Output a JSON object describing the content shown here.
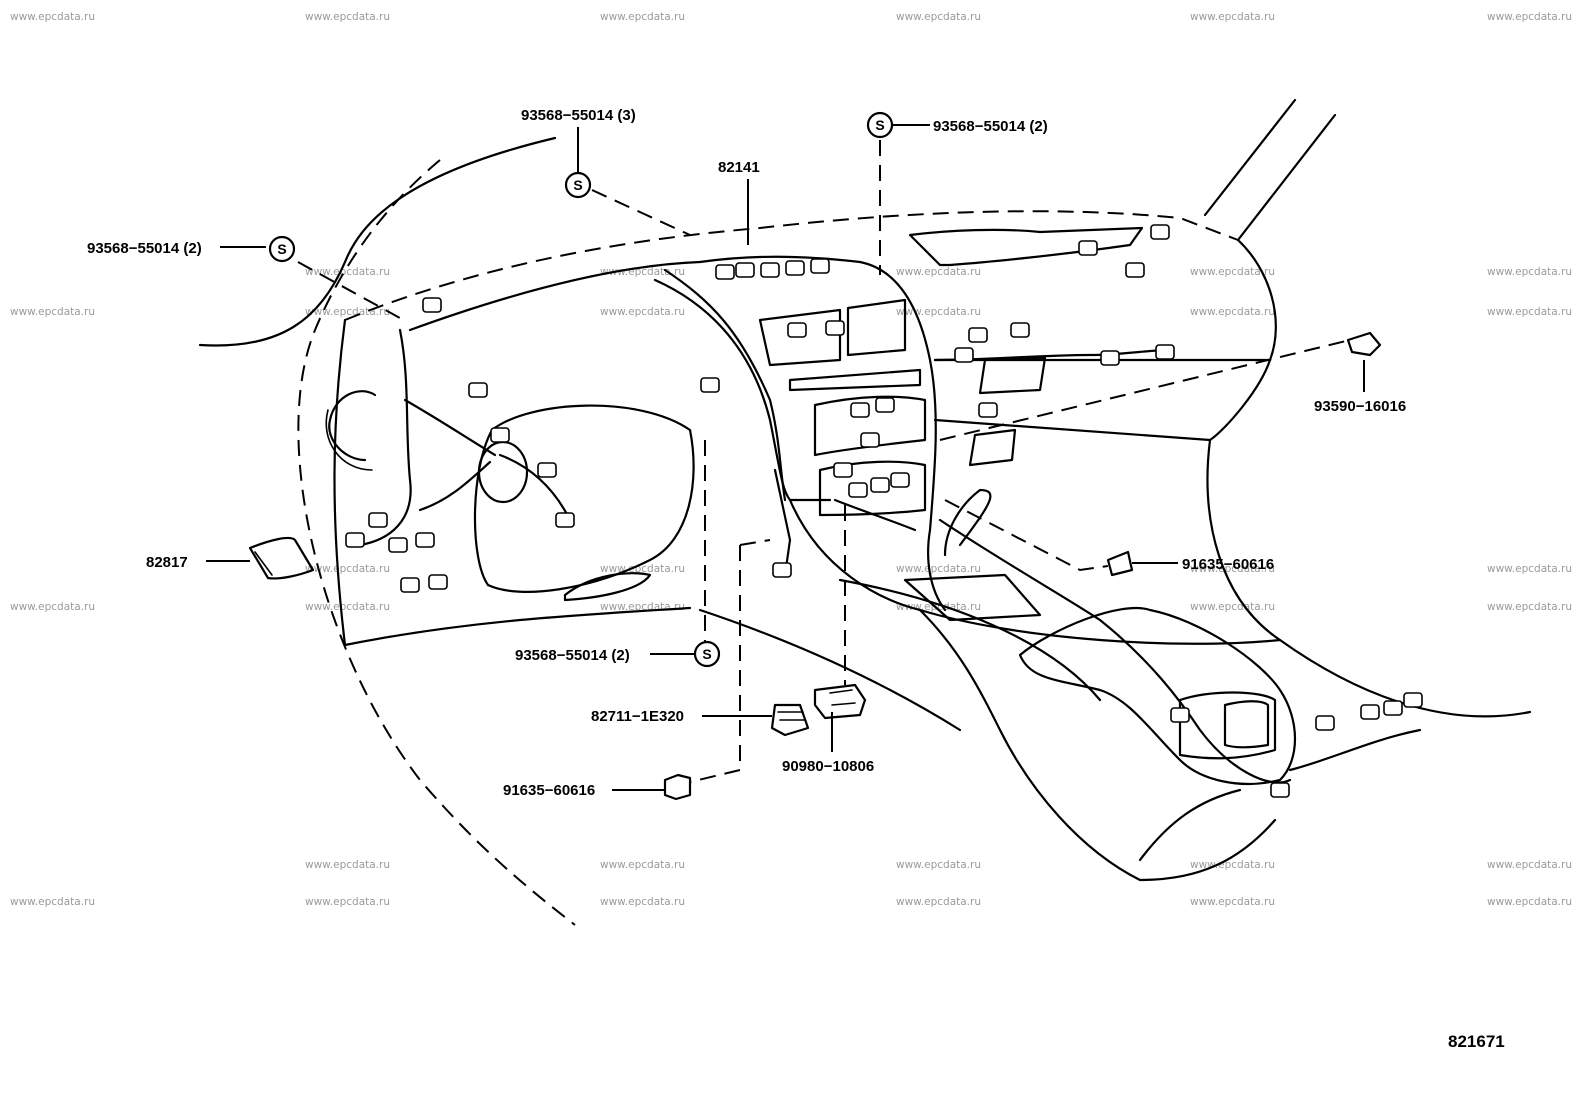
{
  "watermark": "www.epcdata.ru",
  "figure_number": "821671",
  "parts": {
    "clamp_top_center": "93568−55014 (3)",
    "wire_harness": "82141",
    "clamp_top_right": "93568−55014 (2)",
    "clamp_left": "93568−55014 (2)",
    "bolt_right": "93590−16016",
    "protector": "82817",
    "bolt_console": "91635−60616",
    "clamp_lower": "93568−55014 (2)",
    "junction_block": "82711−1E320",
    "bolt_lower": "91635−60616",
    "relay": "90980−10806"
  },
  "clamp_symbol": "S"
}
